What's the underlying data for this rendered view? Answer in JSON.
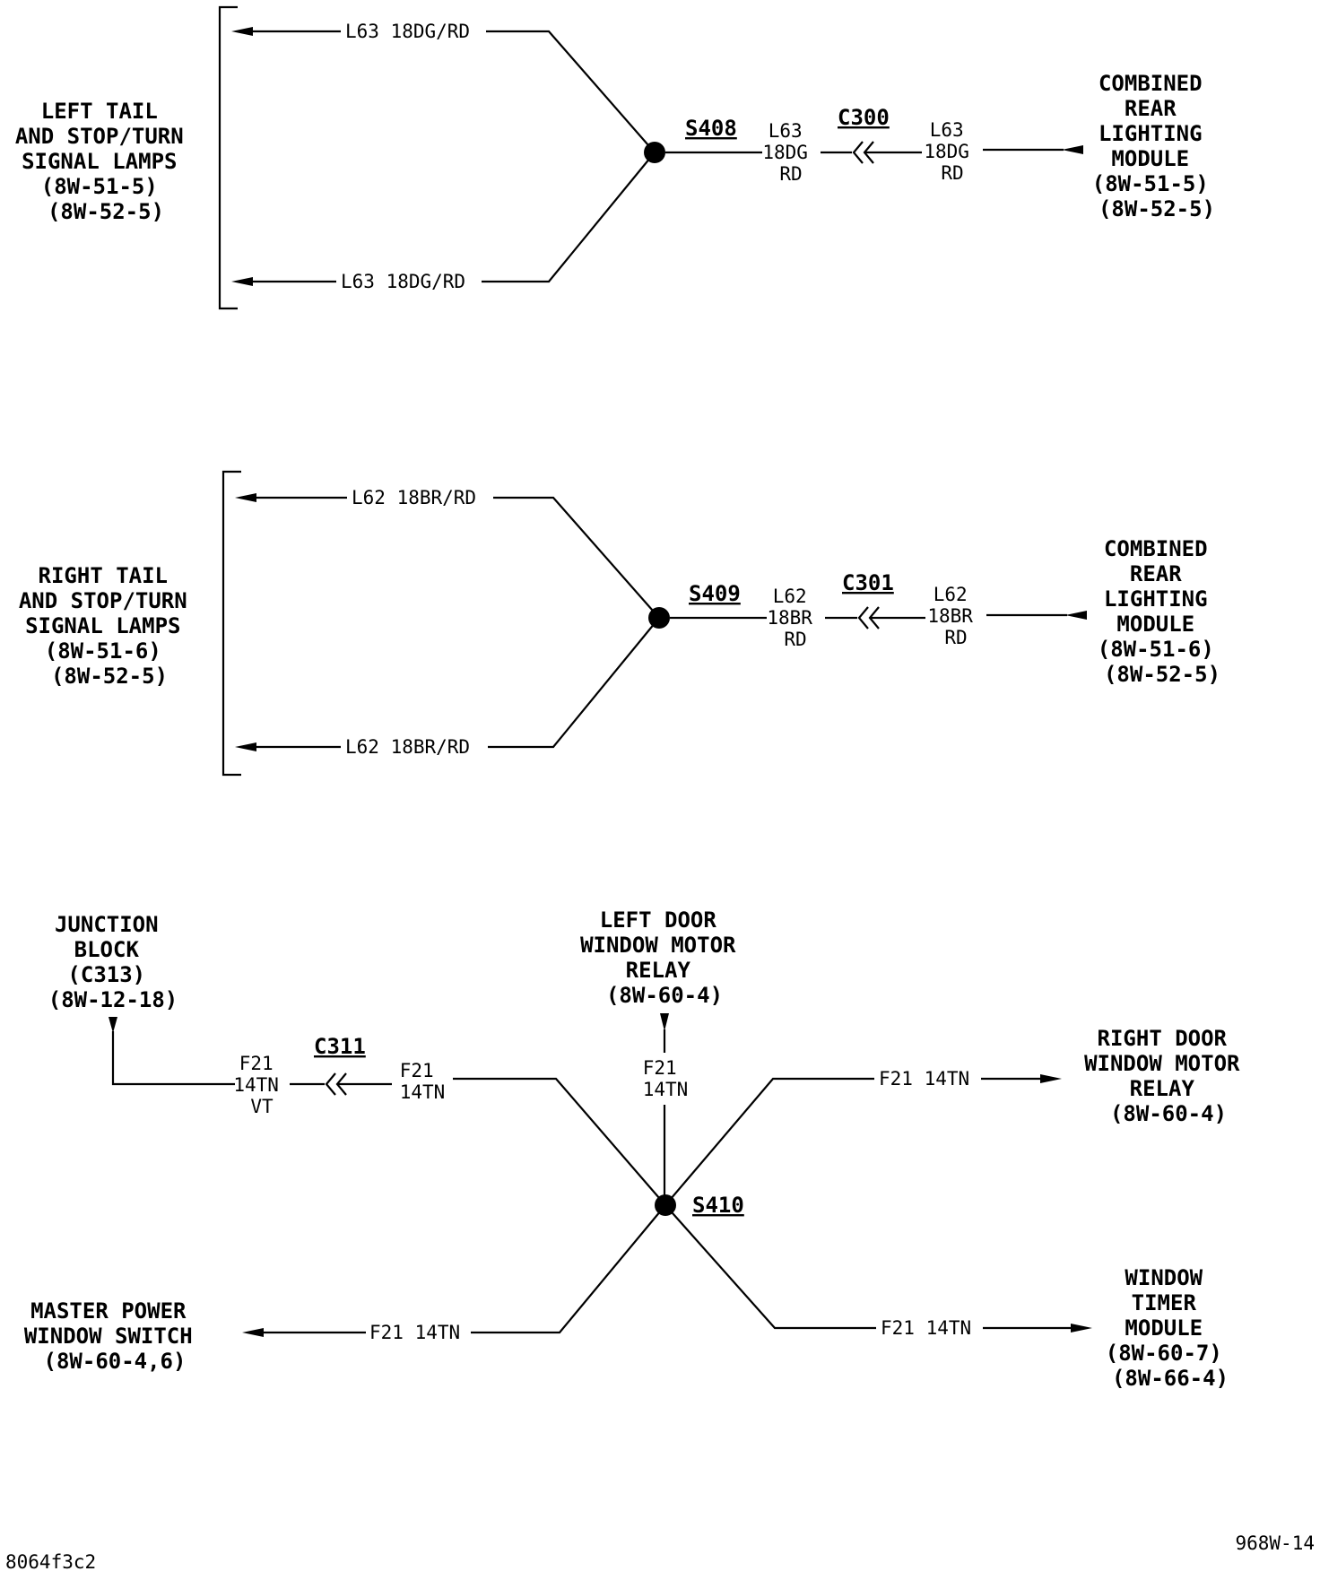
{
  "diagram1": {
    "left_label": [
      "LEFT TAIL",
      "AND STOP/TURN",
      "SIGNAL LAMPS",
      "(8W-51-5)",
      "(8W-52-5)"
    ],
    "wire_top": "L63 18DG/RD",
    "wire_bottom": "L63 18DG/RD",
    "splice": "S408",
    "connector": "C300",
    "wire_left_of_connector": [
      "L63",
      "18DG",
      "RD"
    ],
    "wire_right_of_connector": [
      "L63",
      "18DG",
      "RD"
    ],
    "right_label": [
      "COMBINED",
      "REAR",
      "LIGHTING",
      "MODULE",
      "(8W-51-5)",
      "(8W-52-5)"
    ]
  },
  "diagram2": {
    "left_label": [
      "RIGHT TAIL",
      "AND STOP/TURN",
      "SIGNAL LAMPS",
      "(8W-51-6)",
      "(8W-52-5)"
    ],
    "wire_top": "L62 18BR/RD",
    "wire_bottom": "L62 18BR/RD",
    "splice": "S409",
    "connector": "C301",
    "wire_left_of_connector": [
      "L62",
      "18BR",
      "RD"
    ],
    "wire_right_of_connector": [
      "L62",
      "18BR",
      "RD"
    ],
    "right_label": [
      "COMBINED",
      "REAR",
      "LIGHTING",
      "MODULE",
      "(8W-51-6)",
      "(8W-52-5)"
    ]
  },
  "diagram3": {
    "junction_label": [
      "JUNCTION",
      "BLOCK",
      "(C313)",
      "(8W-12-18)"
    ],
    "connector": "C311",
    "wire_junction": [
      "F21",
      "14TN",
      "VT"
    ],
    "wire_connector_right": [
      "F21",
      "14TN"
    ],
    "left_door_label": [
      "LEFT DOOR",
      "WINDOW MOTOR",
      "RELAY",
      "(8W-60-4)"
    ],
    "wire_left_door": [
      "F21",
      "14TN"
    ],
    "right_door_label": [
      "RIGHT DOOR",
      "WINDOW MOTOR",
      "RELAY",
      "(8W-60-4)"
    ],
    "wire_right_door": "F21 14TN",
    "splice": "S410",
    "master_label": [
      "MASTER POWER",
      "WINDOW SWITCH",
      "(8W-60-4,6)"
    ],
    "wire_master": "F21 14TN",
    "timer_label": [
      "WINDOW",
      "TIMER",
      "MODULE",
      "(8W-60-7)",
      "(8W-66-4)"
    ],
    "wire_timer": "F21 14TN"
  },
  "footer": {
    "left_code": "8064f3c2",
    "right_code": "968W-14"
  }
}
